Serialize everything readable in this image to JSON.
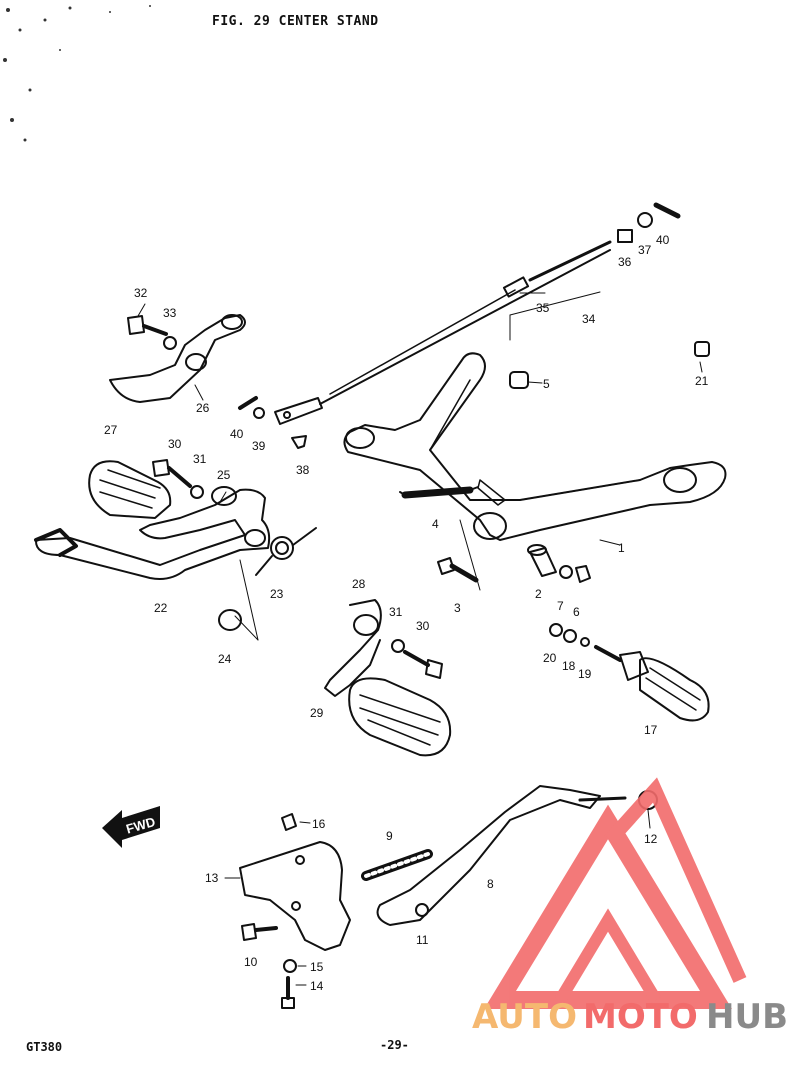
{
  "header": {
    "figure_title": "FIG. 29  CENTER STAND"
  },
  "footer": {
    "model": "GT380",
    "page_number": "-29-"
  },
  "fwd_label": "FWD",
  "watermark": {
    "part1": "AUTO",
    "part2": "MOTO",
    "part3": "HUB",
    "color_red": "#f26b6b",
    "color_orange": "#f5b870",
    "color_gray": "#8a8a8a"
  },
  "callouts": [
    "1",
    "2",
    "3",
    "4",
    "5",
    "6",
    "7",
    "8",
    "9",
    "10",
    "11",
    "12",
    "13",
    "14",
    "15",
    "16",
    "17",
    "18",
    "19",
    "20",
    "21",
    "22",
    "23",
    "24",
    "25",
    "26",
    "27",
    "28",
    "29",
    "30",
    "31",
    "32",
    "33",
    "34",
    "35",
    "36",
    "37",
    "38",
    "39",
    "40"
  ]
}
